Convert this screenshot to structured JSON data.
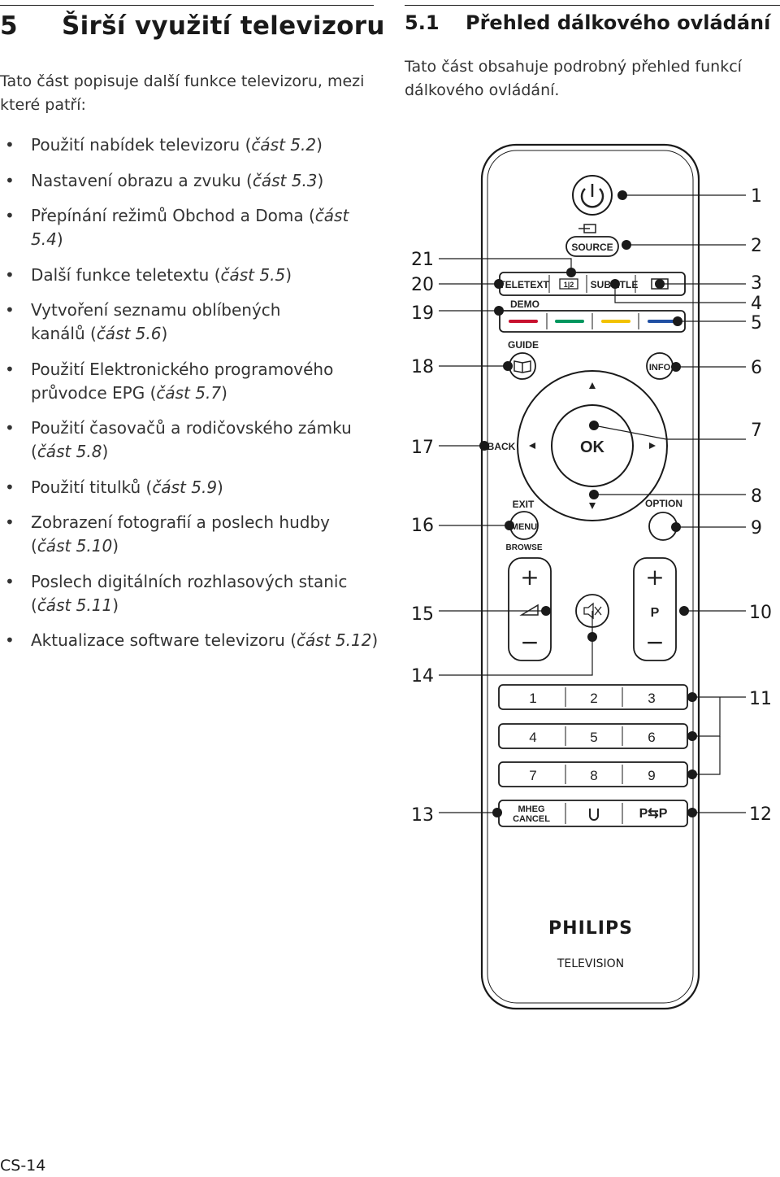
{
  "left": {
    "section_number": "5",
    "section_title": "Širší využití televizoru",
    "intro": "Tato část popisuje další funkce televizoru, mezi které patří:",
    "topics": [
      {
        "text": "Použití nabídek televizoru (",
        "ref": "část 5.2",
        "close": ")"
      },
      {
        "text": "Nastavení obrazu a zvuku (",
        "ref": "část 5.3",
        "close": ")"
      },
      {
        "text": "Přepínání režimů Obchod a Doma (",
        "ref": "část 5.4",
        "close": ")"
      },
      {
        "text": "Další funkce teletextu (",
        "ref": "část 5.5",
        "close": ")"
      },
      {
        "text": "Vytvoření seznamu oblíbených kanálů (",
        "ref": "část 5.6",
        "close": ")"
      },
      {
        "text": "Použití Elektronického programového průvodce EPG (",
        "ref": "část 5.7",
        "close": ")"
      },
      {
        "text": "Použití časovačů a rodičovského zámku (",
        "ref": "část 5.8",
        "close": ")"
      },
      {
        "text": "Použití titulků (",
        "ref": "část 5.9",
        "close": ")"
      },
      {
        "text": "Zobrazení fotografií a poslech hudby (",
        "ref": "část 5.10",
        "close": ")"
      },
      {
        "text": "Poslech digitálních rozhlasových stanic (",
        "ref": "část 5.11",
        "close": ")"
      },
      {
        "text": "Aktualizace software televizoru (",
        "ref": "část 5.12",
        "close": ")"
      }
    ],
    "bullet": "•"
  },
  "right": {
    "section_number": "5.1",
    "section_title": "Přehled dálkového ovládání",
    "intro": "Tato část obsahuje podrobný přehled funkcí dálkového ovládání."
  },
  "remote": {
    "brand": "PHILIPS",
    "brand_sub": "TELEVISION",
    "labels": {
      "source": "SOURCE",
      "teletext": "TELETEXT",
      "dual": "1|2",
      "subtitle": "SUBTITLE",
      "demo": "DEMO",
      "guide": "GUIDE",
      "info": "INFO",
      "back": "BACK",
      "ok": "OK",
      "exit": "EXIT",
      "menu": "MENU",
      "browse": "BROWSE",
      "option": "OPTION",
      "plus": "+",
      "minus": "−",
      "p": "P",
      "mheg1": "MHEG",
      "mheg2": "CANCEL",
      "pp": "P⇆P",
      "power_icon": "power-icon",
      "mute_icon": "mute-icon"
    },
    "digits": [
      "1",
      "2",
      "3",
      "4",
      "5",
      "6",
      "7",
      "8",
      "9"
    ],
    "callouts_right": [
      "1",
      "2",
      "3",
      "4",
      "5",
      "6",
      "7",
      "8",
      "9",
      "10",
      "11",
      "12"
    ],
    "callouts_left": [
      "21",
      "20",
      "19",
      "18",
      "17",
      "16",
      "15",
      "14",
      "13"
    ],
    "color_keys": [
      "#c8102e",
      "#00965e",
      "#f2c200",
      "#1f4fa3"
    ]
  },
  "footer": {
    "page": "CS-14"
  }
}
